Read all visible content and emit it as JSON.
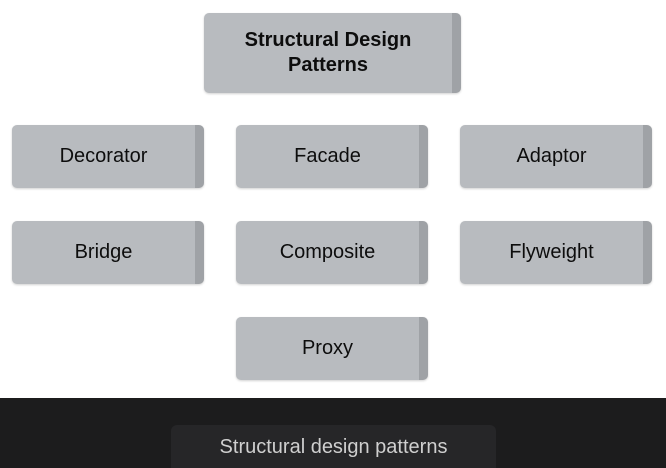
{
  "diagram": {
    "title": "Structural Design Patterns",
    "nodes": [
      "Decorator",
      "Facade",
      "Adaptor",
      "Bridge",
      "Composite",
      "Flyweight",
      "Proxy"
    ]
  },
  "caption": "Structural design patterns"
}
